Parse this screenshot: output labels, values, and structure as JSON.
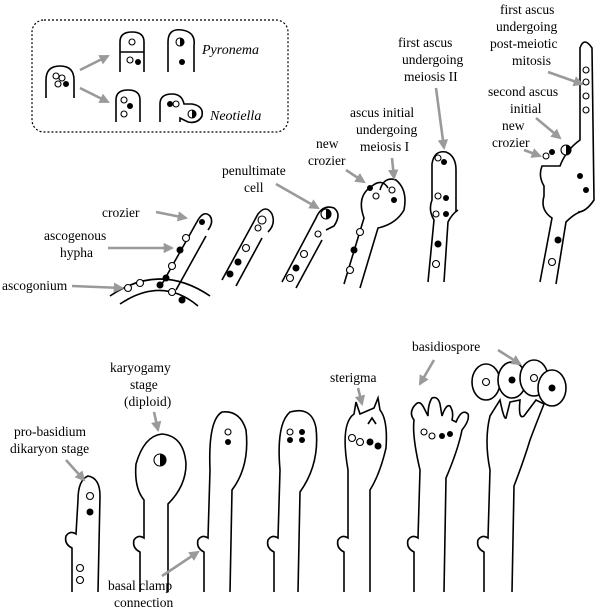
{
  "inset": {
    "species": [
      "Pyronema",
      "Neotiella"
    ]
  },
  "ascomycete_labels": {
    "crozier": "crozier",
    "ascogenous_hypha": [
      "ascogenous",
      "hypha"
    ],
    "ascogonium": "ascogonium",
    "penultimate_cell": [
      "penultimate",
      "cell"
    ],
    "new_crozier_1": [
      "new",
      "crozier"
    ],
    "ascus_initial_meiosis_I": [
      "ascus initial",
      "undergoing",
      "meiosis I"
    ],
    "first_ascus_meiosis_II": [
      "first ascus",
      "undergoing",
      "meiosis II"
    ],
    "first_ascus_post_meiotic": [
      "first ascus",
      "undergoing",
      "post-meiotic",
      "mitosis"
    ],
    "second_ascus_initial": [
      "second ascus",
      "initial"
    ],
    "new_crozier_2": [
      "new",
      "crozier"
    ]
  },
  "basidiomycete_labels": {
    "pro_basidium": [
      "pro-basidium",
      "dikaryon stage"
    ],
    "karyogamy": [
      "karyogamy",
      "stage",
      "(diploid)"
    ],
    "sterigma": "sterigma",
    "basidiospore": "basidiospore",
    "basal_clamp": [
      "basal clamp",
      "connection"
    ]
  },
  "colors": {
    "arrow": "#9a9a9a",
    "ink": "#000000",
    "background": "#ffffff"
  }
}
